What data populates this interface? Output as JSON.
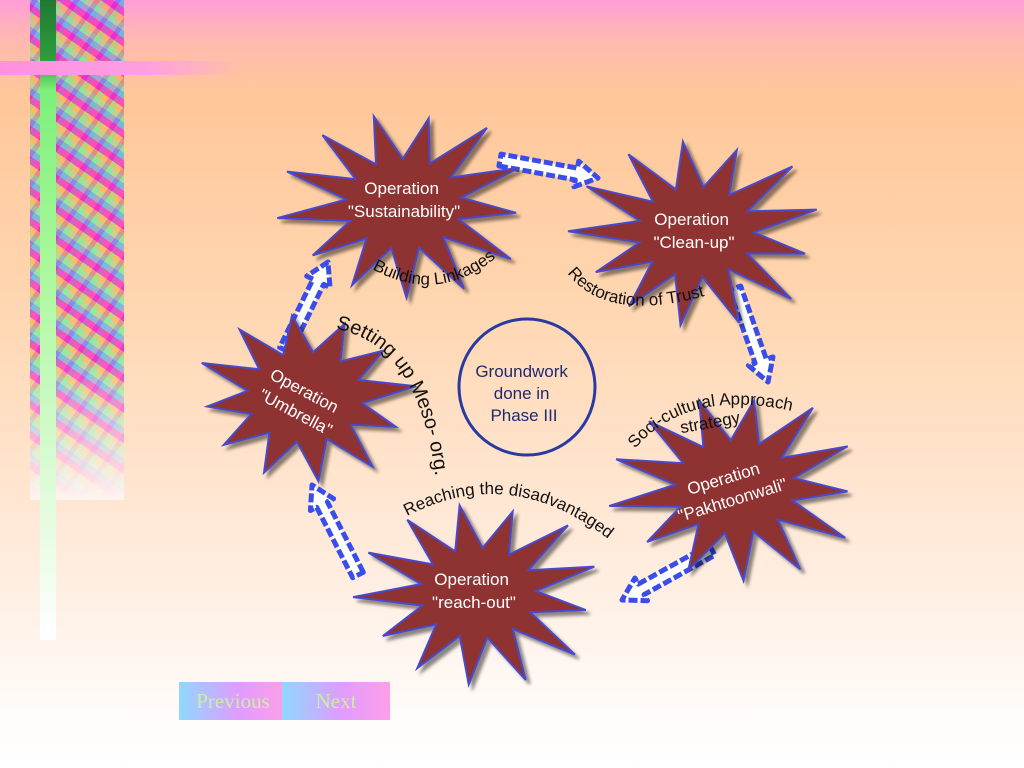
{
  "diagram": {
    "center_label_lines": [
      "Groundwork",
      "done in",
      "Phase III"
    ],
    "operations": [
      {
        "lines": [
          "Operation",
          "\"Sustainability\""
        ]
      },
      {
        "lines": [
          "Operation",
          "\"Clean-up\""
        ]
      },
      {
        "lines": [
          "Operation",
          "\"Pakhtoonwali\""
        ]
      },
      {
        "lines": [
          "Operation",
          "\"reach-out\""
        ]
      },
      {
        "lines": [
          "Operation",
          "\"Umbrella\""
        ]
      }
    ],
    "connectors": {
      "building_linkages": "Building Linkages",
      "restoration_of_trust": "Restoration of Trust",
      "soci_cultural_line1": "Soci-cultural Approach",
      "soci_cultural_line2": "strategy",
      "reaching_disadvantaged": "Reaching the disadvantaged",
      "setting_up_meso": "Setting up Meso- org."
    },
    "colors": {
      "star_fill": "#8e3232",
      "star_edge": "#4a4acb",
      "arrow": "#3b4de8",
      "circle": "#2a3aa0",
      "center_text": "#1e2a70"
    }
  },
  "nav": {
    "previous_label": "Previous",
    "next_label": "Next"
  }
}
